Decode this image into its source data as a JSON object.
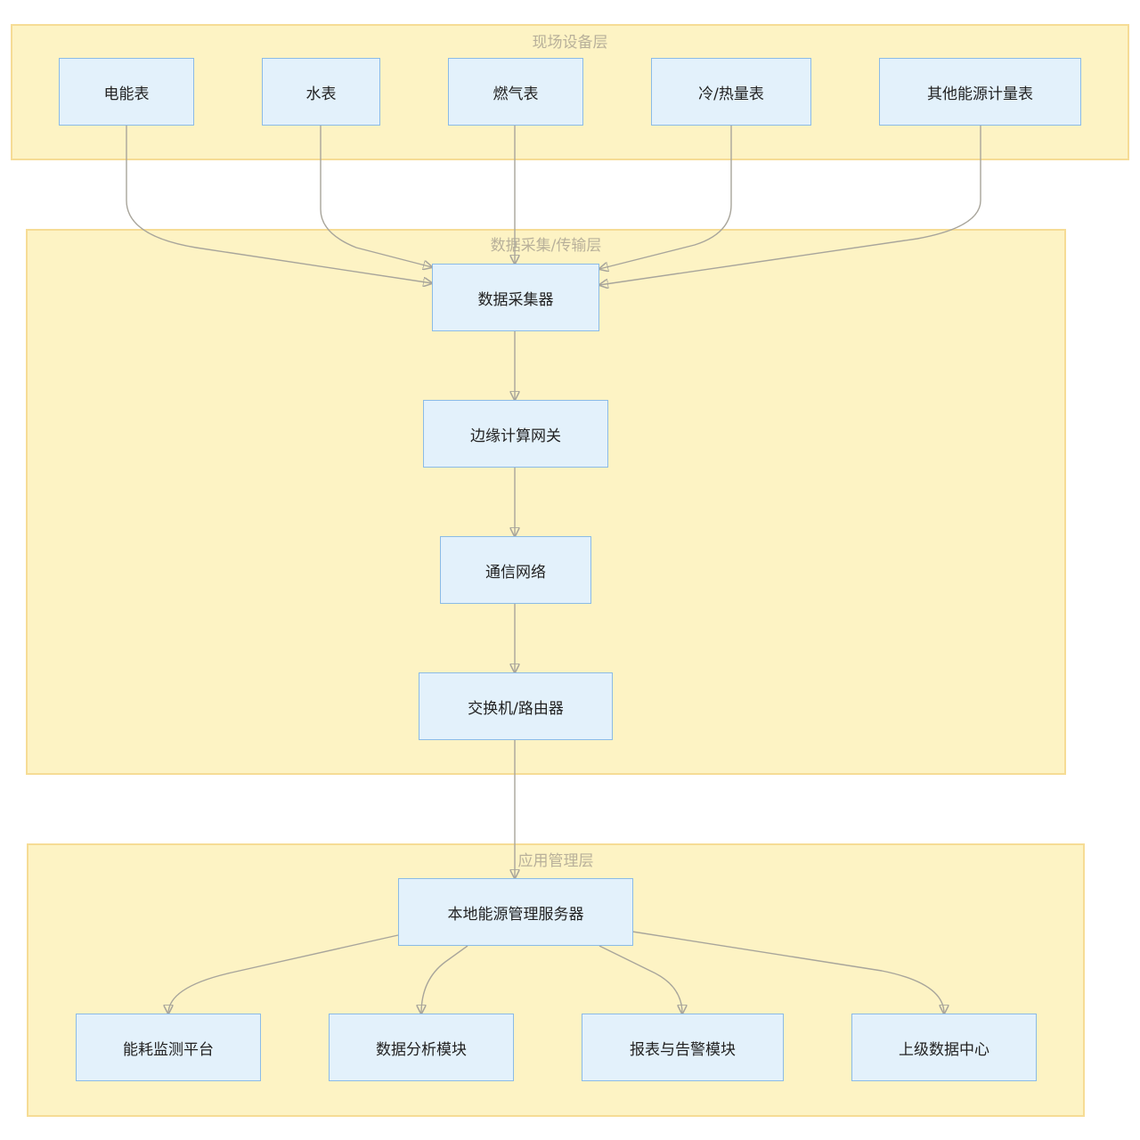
{
  "layers": {
    "field": {
      "title": "现场设备层"
    },
    "transport": {
      "title": "数据采集/传输层"
    },
    "app": {
      "title": "应用管理层"
    }
  },
  "nodes": {
    "electric_meter": "电能表",
    "water_meter": "水表",
    "gas_meter": "燃气表",
    "cold_heat_meter": "冷/热量表",
    "other_meter": "其他能源计量表",
    "collector": "数据采集器",
    "edge_gateway": "边缘计算网关",
    "network": "通信网络",
    "switch_router": "交换机/路由器",
    "server": "本地能源管理服务器",
    "monitor_platform": "能耗监测平台",
    "analysis_module": "数据分析模块",
    "report_alarm_module": "报表与告警模块",
    "upper_data_center": "上级数据中心"
  },
  "edges": [
    [
      "electric_meter",
      "collector"
    ],
    [
      "water_meter",
      "collector"
    ],
    [
      "gas_meter",
      "collector"
    ],
    [
      "cold_heat_meter",
      "collector"
    ],
    [
      "other_meter",
      "collector"
    ],
    [
      "collector",
      "edge_gateway"
    ],
    [
      "edge_gateway",
      "network"
    ],
    [
      "network",
      "switch_router"
    ],
    [
      "switch_router",
      "server"
    ],
    [
      "server",
      "monitor_platform"
    ],
    [
      "server",
      "analysis_module"
    ],
    [
      "server",
      "report_alarm_module"
    ],
    [
      "server",
      "upper_data_center"
    ]
  ],
  "colors": {
    "layer_fill": "#fdf3c4",
    "layer_border": "#f6dc95",
    "node_fill": "#e3f1fb",
    "node_border": "#8bbbe6",
    "edge": "#a8a59b"
  }
}
